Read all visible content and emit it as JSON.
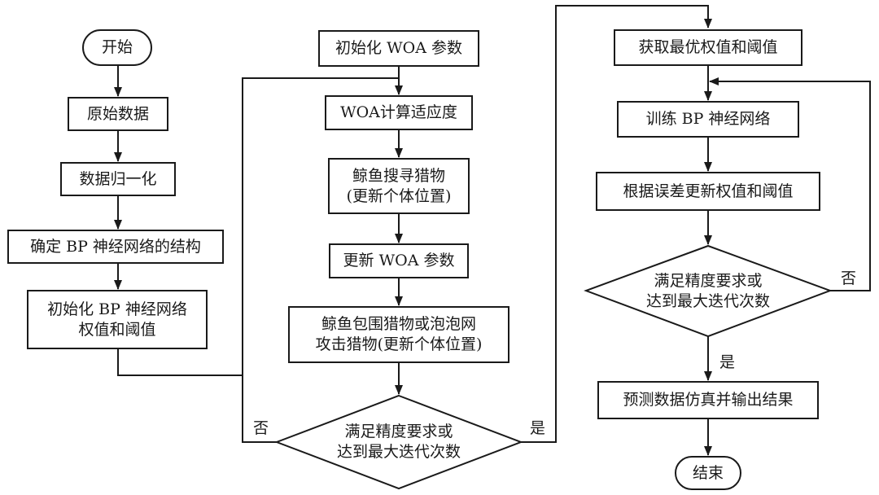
{
  "column_left": {
    "start": "开始",
    "raw_data": "原始数据",
    "normalize": "数据归一化",
    "determine_structure": "确定 BP 神经网络的结构",
    "init_weights": "初始化 BP 神经网络\n权值和阈值"
  },
  "column_middle": {
    "init_woa": "初始化 WOA 参数",
    "woa_fitness": "WOA计算适应度",
    "whale_search": "鲸鱼搜寻猎物\n(更新个体位置)",
    "update_woa": "更新 WOA 参数",
    "whale_encircle": "鲸鱼包围猎物或泡泡网\n攻击猎物(更新个体位置)",
    "decision": "满足精度要求或\n达到最大迭代次数",
    "label_no": "否",
    "label_yes": "是"
  },
  "column_right": {
    "get_optimal": "获取最优权值和阈值",
    "train_bp": "训练 BP 神经网络",
    "update_by_error": "根据误差更新权值和阈值",
    "decision": "满足精度要求或\n达到最大迭代次数",
    "label_no": "否",
    "label_yes": "是",
    "predict": "预测数据仿真并输出结果",
    "end": "结束"
  },
  "colors": {
    "line": "#1a1a1a",
    "background": "#ffffff"
  }
}
